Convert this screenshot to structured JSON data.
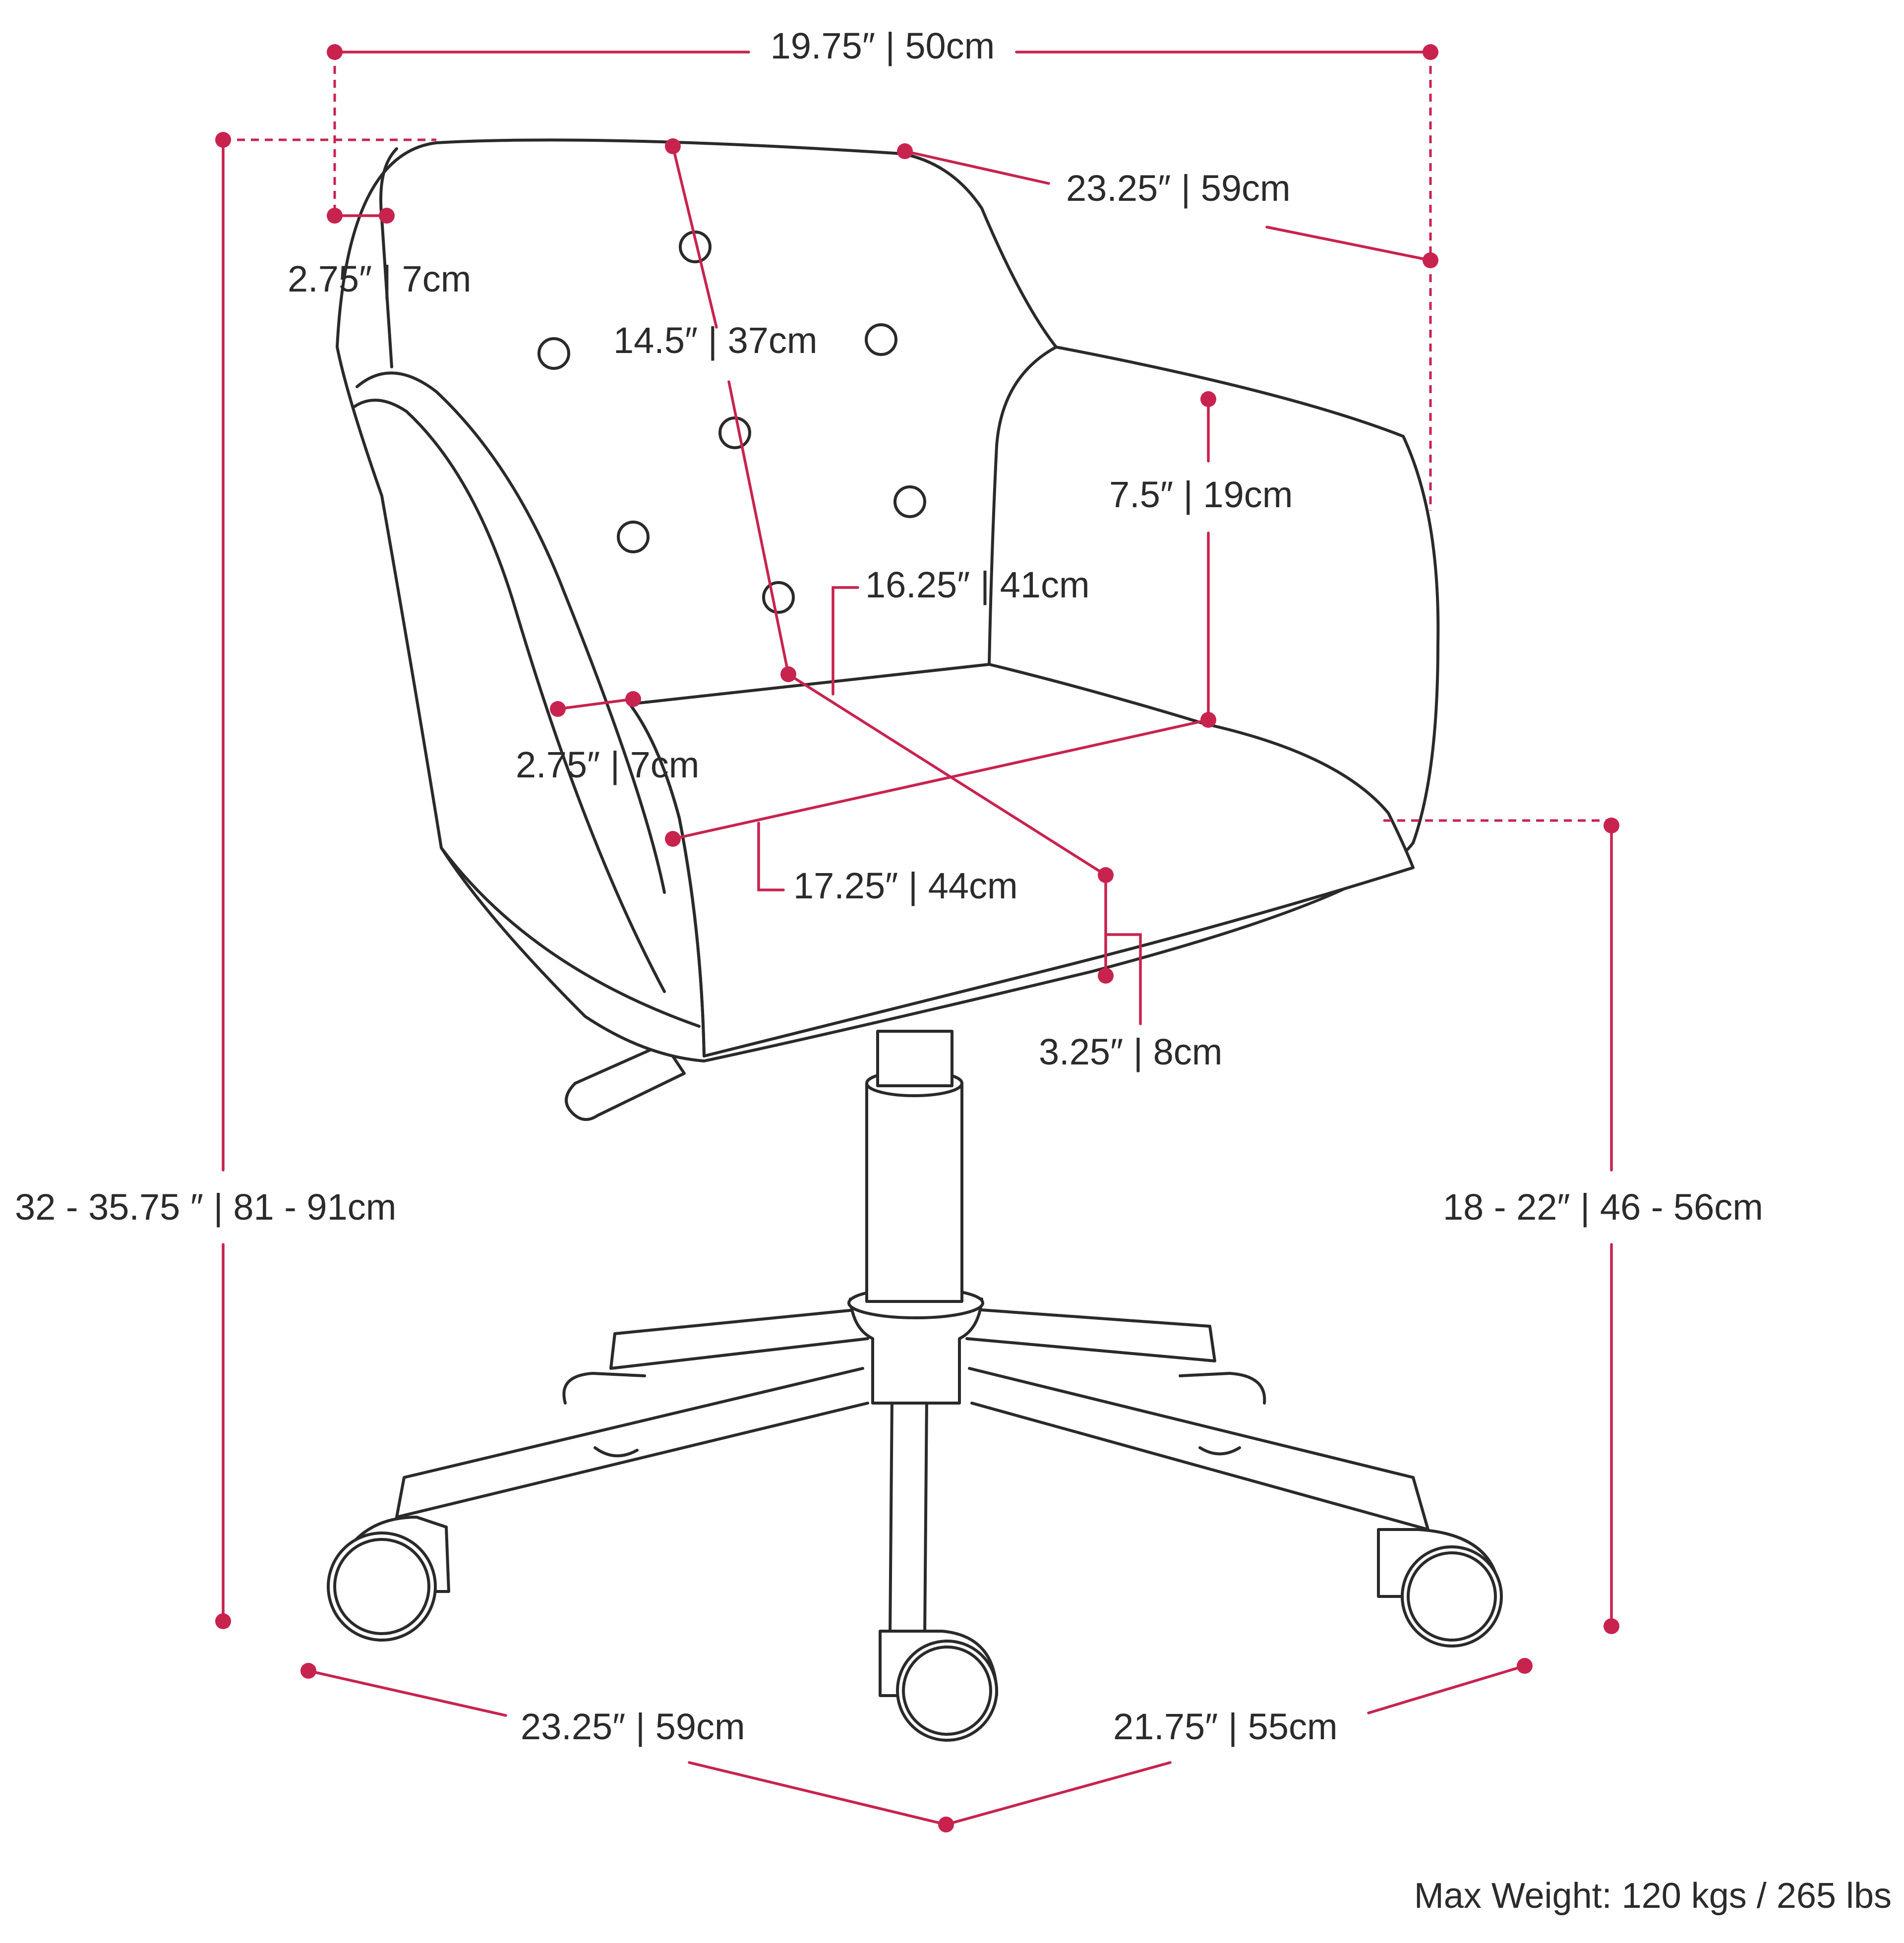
{
  "colors": {
    "accent": "#c8234f",
    "line": "#2a2a2a",
    "text": "#2b2b2b",
    "background": "#ffffff"
  },
  "dimensions": {
    "top_width": "19.75″ | 50cm",
    "arm_depth": "23.25″ | 59cm",
    "back_frame_width": "2.75″ | 7cm",
    "back_height": "14.5″ | 37cm",
    "arm_height": "7.5″ | 19cm",
    "seat_depth": "16.25″ | 41cm",
    "side_frame_width": "2.75″ | 7cm",
    "seat_width": "17.25″ | 44cm",
    "seat_thickness": "3.25″ | 8cm",
    "overall_height": "32 - 35.75 ″ | 81 - 91cm",
    "seat_height": "18 - 22″ | 46 - 56cm",
    "base_left": "23.25″ | 59cm",
    "base_right": "21.75″ | 55cm"
  },
  "max_weight": "Max Weight: 120 kgs / 265 lbs",
  "icons": [
    "tufting-button-icon",
    "caster-wheel-icon",
    "dimension-dot-icon"
  ]
}
